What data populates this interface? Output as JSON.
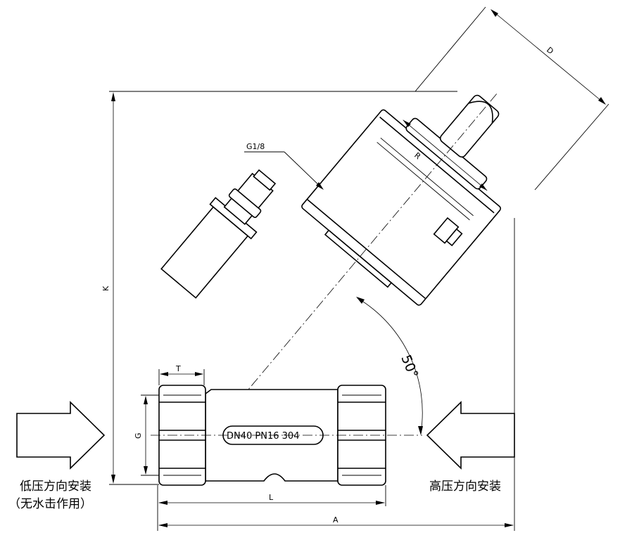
{
  "labels": {
    "dim_D": "D",
    "dim_R": "R",
    "dim_K": "K",
    "dim_T": "T",
    "dim_G": "G",
    "dim_L": "L",
    "dim_A": "A",
    "port": "G1/8",
    "angle": "50°",
    "body_marking": "DN40  PN16  304"
  },
  "notes": {
    "left_line1": "低压方向安装",
    "left_line2": "（无水击作用）",
    "right_line1": "高压方向安装"
  }
}
